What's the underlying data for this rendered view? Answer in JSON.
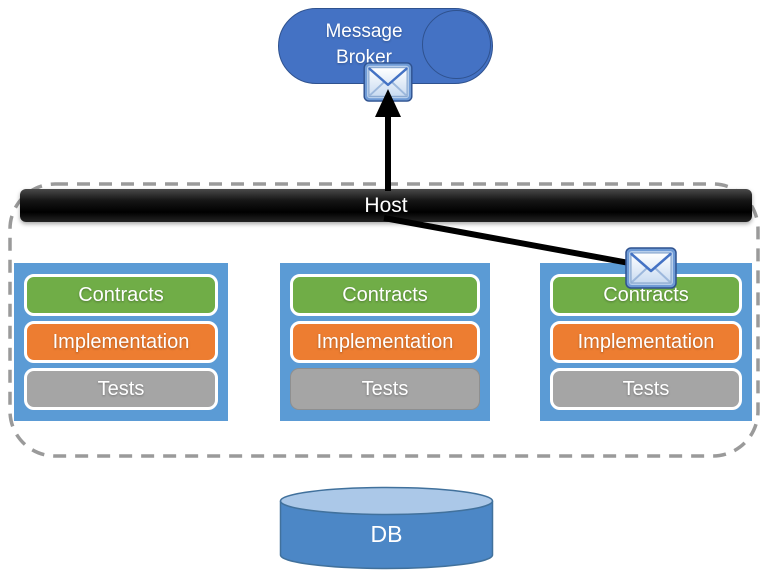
{
  "diagram": {
    "message_broker": {
      "label": "Message Broker",
      "fill": "#4472C4",
      "border": "#2F528F"
    },
    "host": {
      "label": "Host",
      "fill": "#000000"
    },
    "system_boundary": {
      "style": "dashed",
      "color": "#9A9A9A"
    },
    "services": [
      {
        "layers": [
          {
            "label": "Contracts"
          },
          {
            "label": "Implementation"
          },
          {
            "label": "Tests"
          }
        ]
      },
      {
        "layers": [
          {
            "label": "Contracts"
          },
          {
            "label": "Implementation"
          },
          {
            "label": "Tests"
          }
        ]
      },
      {
        "layers": [
          {
            "label": "Contracts"
          },
          {
            "label": "Implementation"
          },
          {
            "label": "Tests"
          }
        ]
      }
    ],
    "layer_colors": {
      "container": "#5B9BD5",
      "contracts": "#70AD47",
      "implementation": "#ED7D31",
      "tests": "#A5A5A5"
    },
    "db": {
      "label": "DB",
      "fill": "#4C87C6",
      "top_fill": "#ABC8E8",
      "border": "#41719C"
    },
    "icons": {
      "envelope": "envelope-icon"
    },
    "connectors": {
      "arrow_color": "#000000"
    }
  }
}
